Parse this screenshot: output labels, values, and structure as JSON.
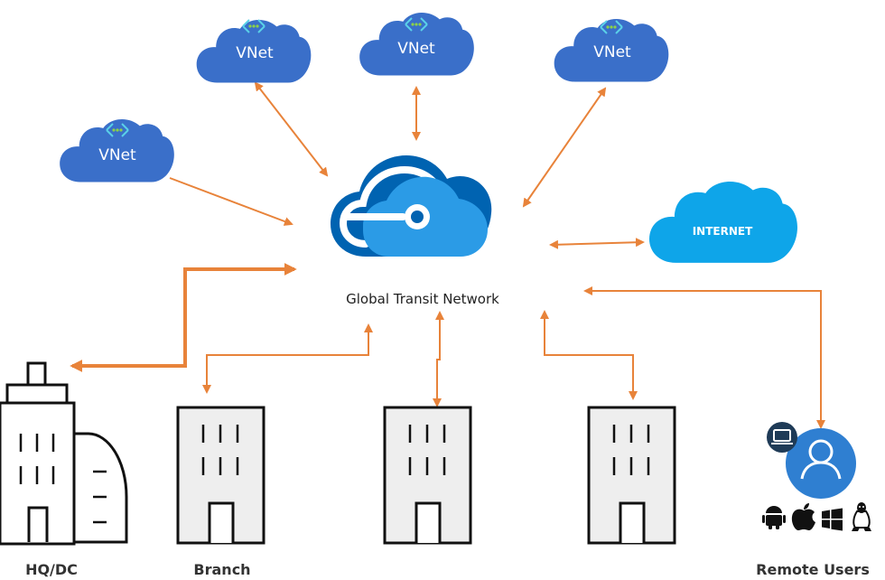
{
  "center": {
    "label": "Global Transit Network"
  },
  "vnets": [
    {
      "label": "VNet"
    },
    {
      "label": "VNet"
    },
    {
      "label": "VNet"
    },
    {
      "label": "VNet"
    }
  ],
  "internet": {
    "label": "INTERNET"
  },
  "sites": {
    "hq": {
      "label": "HQ/DC"
    },
    "branch": {
      "label": "Branch"
    },
    "remote": {
      "label": "Remote Users"
    }
  },
  "colors": {
    "vnet_cloud": "#3a6fc9",
    "vnet_glyph": "#5ad1e8",
    "vnet_dots": "#8bd14a",
    "internet_cloud": "#0ea5e9",
    "azure_dark": "#0063b1",
    "azure_light": "#2b9be6",
    "arrow": "#e8833a",
    "building_fill": "#eeeeee",
    "avatar": "#2f7fd1"
  },
  "icons": [
    "vnet-cloud-icon",
    "azure-cloud-icon",
    "internet-cloud-icon",
    "headquarters-building-icon",
    "office-building-icon",
    "user-avatar-icon",
    "laptop-badge-icon",
    "android-icon",
    "apple-icon",
    "windows-icon",
    "linux-icon"
  ]
}
